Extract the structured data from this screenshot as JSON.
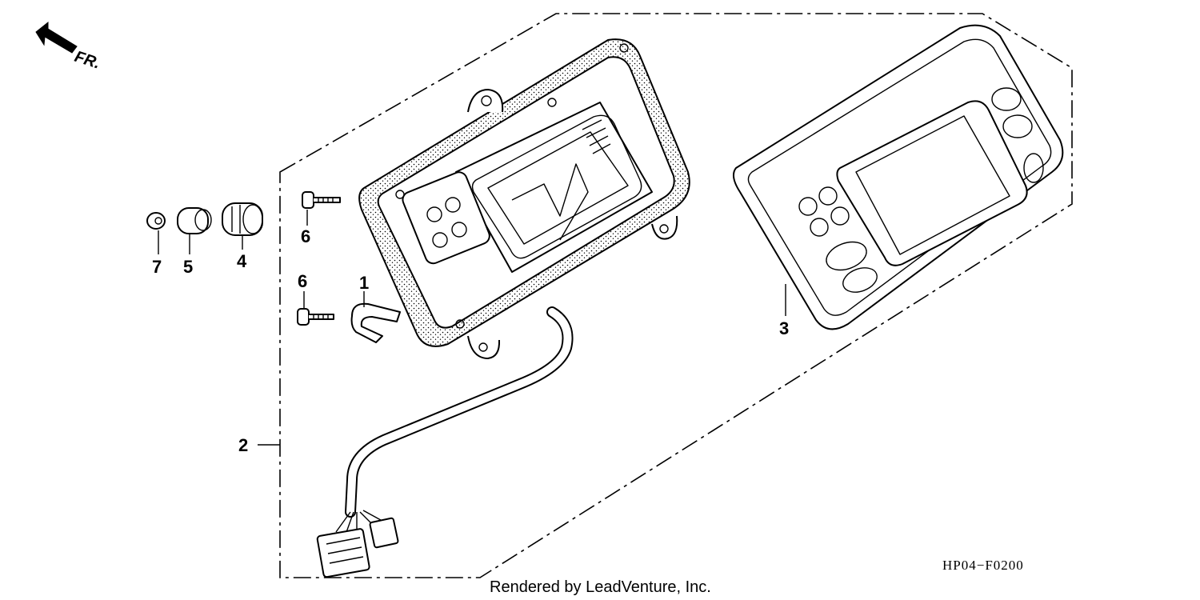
{
  "orientation": {
    "label": "FR."
  },
  "callouts": {
    "p1": "1",
    "p2": "2",
    "p3": "3",
    "p4": "4",
    "p5": "5",
    "p6a": "6",
    "p6b": "6",
    "p7": "7"
  },
  "diagram_code": "HP04−F0200",
  "credit": "Rendered by LeadVenture, Inc."
}
